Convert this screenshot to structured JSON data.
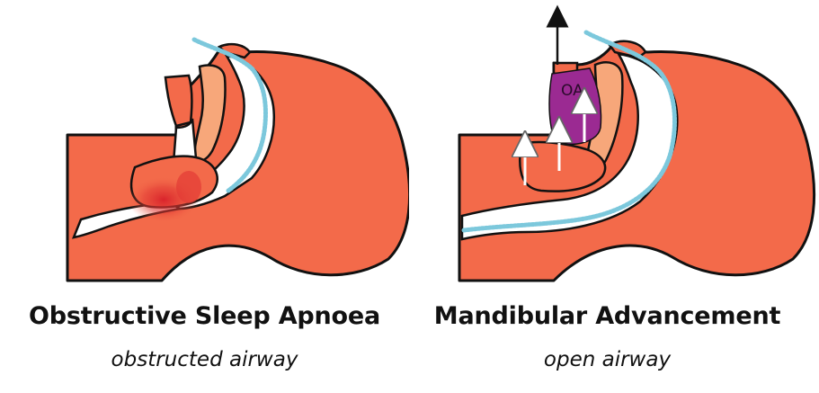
{
  "colors": {
    "tissue": "#f36a4a",
    "palate": "#f7a77a",
    "airway": "#ffffff",
    "outline": "#111111",
    "airflow": "#7cc8dc",
    "obstruction": "#d8202a",
    "appliance": "#9b2a92"
  },
  "panels": [
    {
      "title": "Obstructive Sleep Apnoea",
      "subtitle": "obstructed airway"
    },
    {
      "title": "Mandibular Advancement",
      "subtitle": "open airway",
      "appliance_label": "OA"
    }
  ]
}
